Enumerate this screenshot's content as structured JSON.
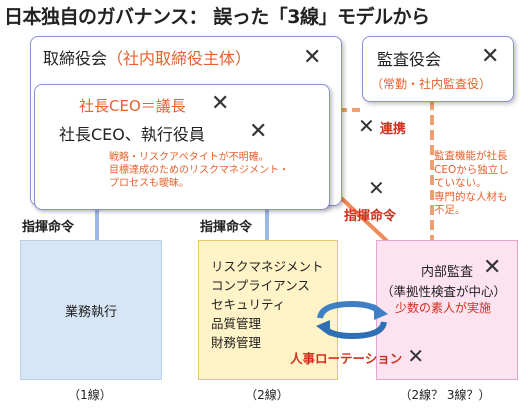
{
  "title": "日本独自のガバナンス： 誤った「3線」モデルから",
  "board": {
    "label": "取締役会",
    "sublabel": "（社内取締役主体）"
  },
  "auditors": {
    "label": "監査役会",
    "sublabel": "（常勤・社内監査役）"
  },
  "ceo": {
    "line1": "社長CEO＝議長",
    "line2": "社長CEO、執行役員",
    "note": [
      "戦略・リスクアペタイトが不明確。",
      "目標達成のためのリスクマネジメント・",
      "プロセスも曖昧。"
    ]
  },
  "collaboration": "連携",
  "auditor_note": [
    "監査機能が社長",
    "CEOから独立し",
    "ていない。",
    "専門的な人材も",
    "不足。"
  ],
  "command_labels": [
    "指揮命令",
    "指揮命令",
    "指揮命令"
  ],
  "business_execution": "業務執行",
  "functions": [
    "リスクマネジメント",
    "コンプライアンス",
    "セキュリティ",
    "品質管理",
    "財務管理"
  ],
  "internal_audit": {
    "label": "内部監査",
    "sublabel": "（準拠性検査が中心）",
    "note": "少数の素人が実施"
  },
  "hr_rotation": "人事ローテーション",
  "line_labels": [
    "（1線）",
    "（2線）",
    "（2線？ 3線？）"
  ],
  "colors": {
    "accent_orange": "#e8612c",
    "accent_red": "#d0301c",
    "box_border": "#8b8fd3"
  }
}
